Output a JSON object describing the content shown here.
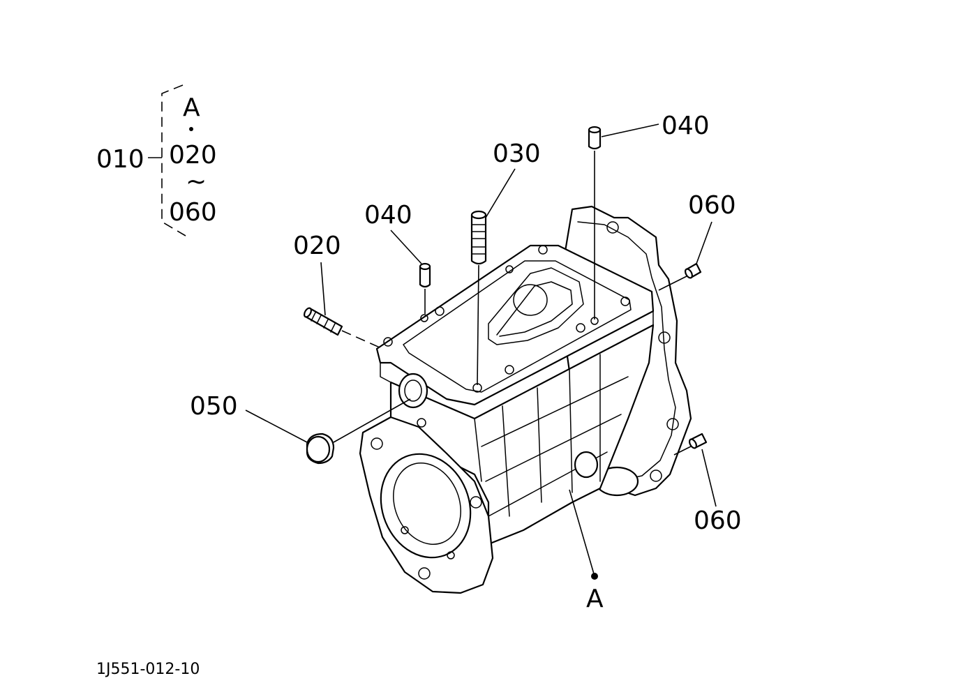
{
  "legend": {
    "assembly": "010",
    "top": "A",
    "from": "020",
    "range_mark": "~",
    "to": "060"
  },
  "callouts": {
    "pin_top_right": "040",
    "stud_top": "030",
    "pin_top_left": "040",
    "stud_left": "020",
    "pin_right_upper": "060",
    "plug": "050",
    "pin_right_lower": "060",
    "ref_point": "A"
  },
  "drawing_code": "1J551-012-10",
  "colors": {
    "ink": "#000000",
    "paper": "#ffffff"
  }
}
